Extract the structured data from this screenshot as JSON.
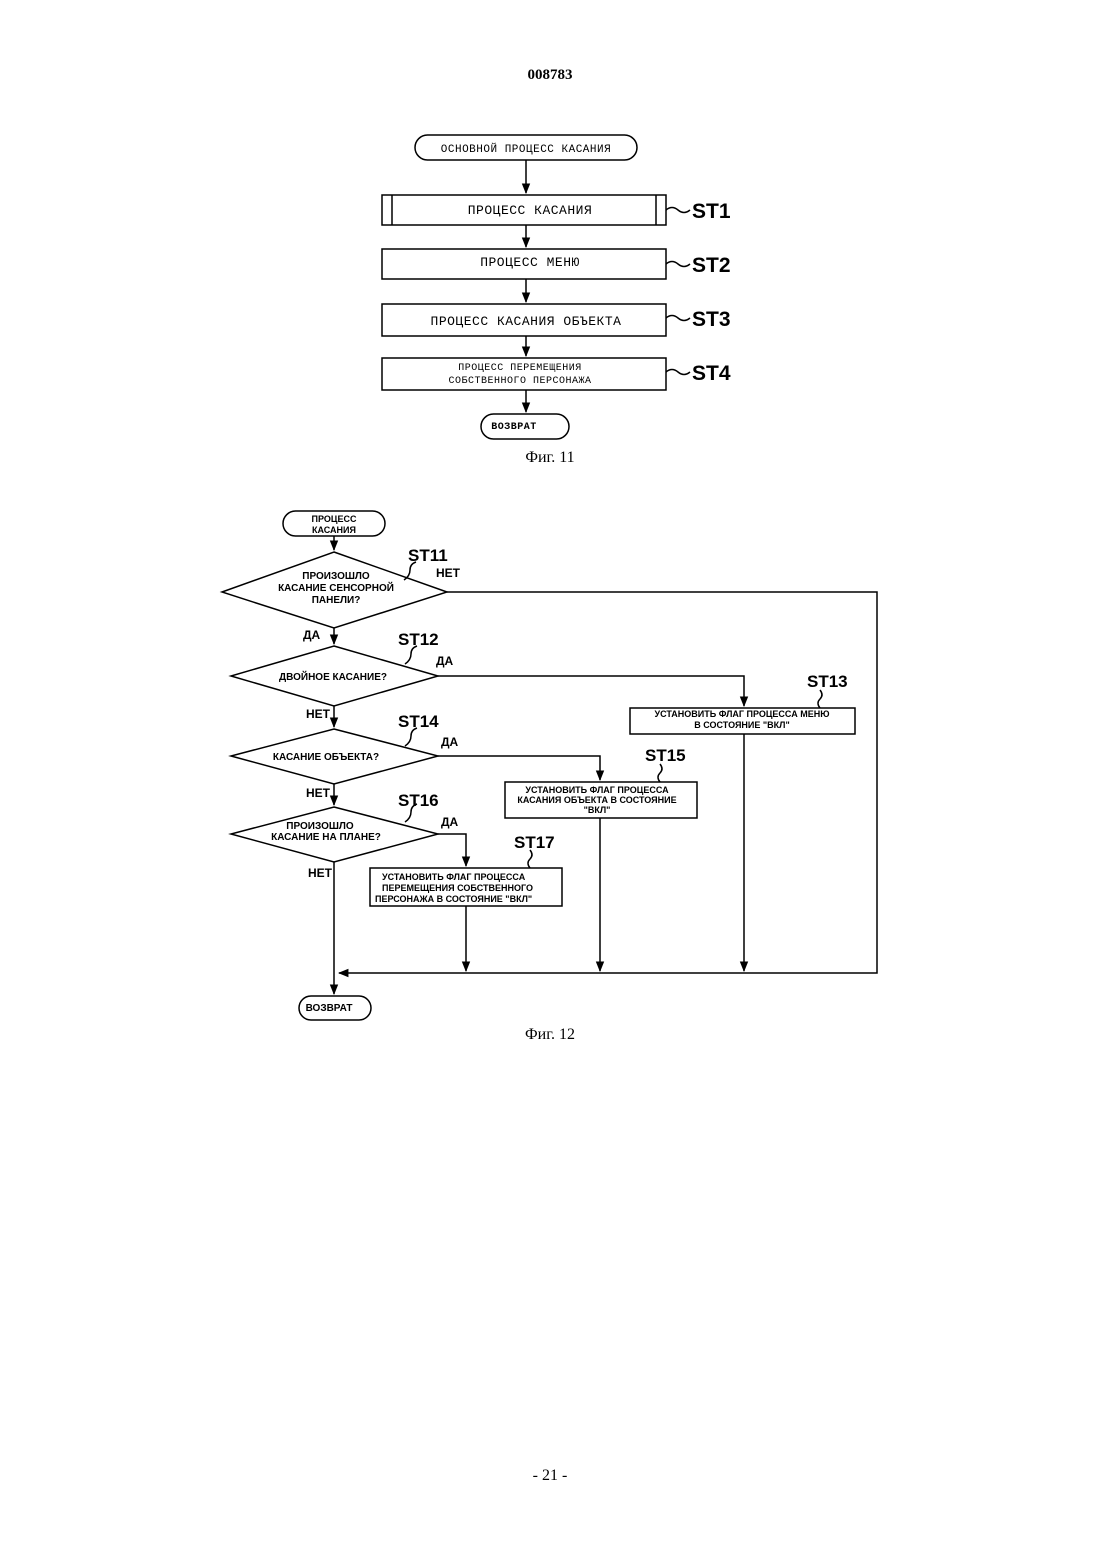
{
  "page": {
    "doc_number": "008783",
    "page_number": "- 21 -"
  },
  "fig11": {
    "caption": "Фиг. 11",
    "start": "ОСНОВНОЙ ПРОЦЕСС КАСАНИЯ",
    "steps": [
      {
        "id": "ST1",
        "lines": [
          "ПРОЦЕСС КАСАНИЯ"
        ]
      },
      {
        "id": "ST2",
        "lines": [
          "ПРОЦЕСС МЕНЮ"
        ]
      },
      {
        "id": "ST3",
        "lines": [
          "ПРОЦЕСС КАСАНИЯ ОБЪЕКТА"
        ]
      },
      {
        "id": "ST4",
        "lines": [
          "ПРОЦЕСС ПЕРЕМЕЩЕНИЯ",
          "СОБСТВЕННОГО ПЕРСОНАЖА"
        ]
      }
    ],
    "end": "ВОЗВРАТ"
  },
  "fig12": {
    "caption": "Фиг. 12",
    "start": [
      "ПРОЦЕСС",
      "КАСАНИЯ"
    ],
    "decisions": [
      {
        "id": "ST11",
        "lines": [
          "ПРОИЗОШЛО",
          "КАСАНИЕ СЕНСОРНОЙ",
          "ПАНЕЛИ?"
        ],
        "side_label": "НЕТ",
        "down_label": "ДА"
      },
      {
        "id": "ST12",
        "lines": [
          "ДВОЙНОЕ КАСАНИЕ?"
        ],
        "side_label": "ДА",
        "down_label": "НЕТ"
      },
      {
        "id": "ST14",
        "lines": [
          "КАСАНИЕ ОБЪЕКТА?"
        ],
        "side_label": "ДА",
        "down_label": "НЕТ"
      },
      {
        "id": "ST16",
        "lines": [
          "ПРОИЗОШЛО",
          "КАСАНИЕ НА ПЛАНЕ?"
        ],
        "side_label": "ДА",
        "down_label": "НЕТ"
      }
    ],
    "actions": [
      {
        "id": "ST13",
        "lines": [
          "УСТАНОВИТЬ ФЛАГ ПРОЦЕССА МЕНЮ",
          "В СОСТОЯНИЕ \"ВКЛ\""
        ]
      },
      {
        "id": "ST15",
        "lines": [
          "УСТАНОВИТЬ ФЛАГ ПРОЦЕССА",
          "КАСАНИЯ ОБЪЕКТА В СОСТОЯНИЕ",
          "\"ВКЛ\""
        ]
      },
      {
        "id": "ST17",
        "lines": [
          "УСТАНОВИТЬ ФЛАГ ПРОЦЕССА",
          "ПЕРЕМЕЩЕНИЯ СОБСТВЕННОГО",
          "ПЕРСОНАЖА В СОСТОЯНИЕ   \"ВКЛ\""
        ]
      }
    ],
    "end": "ВОЗВРАТ"
  }
}
